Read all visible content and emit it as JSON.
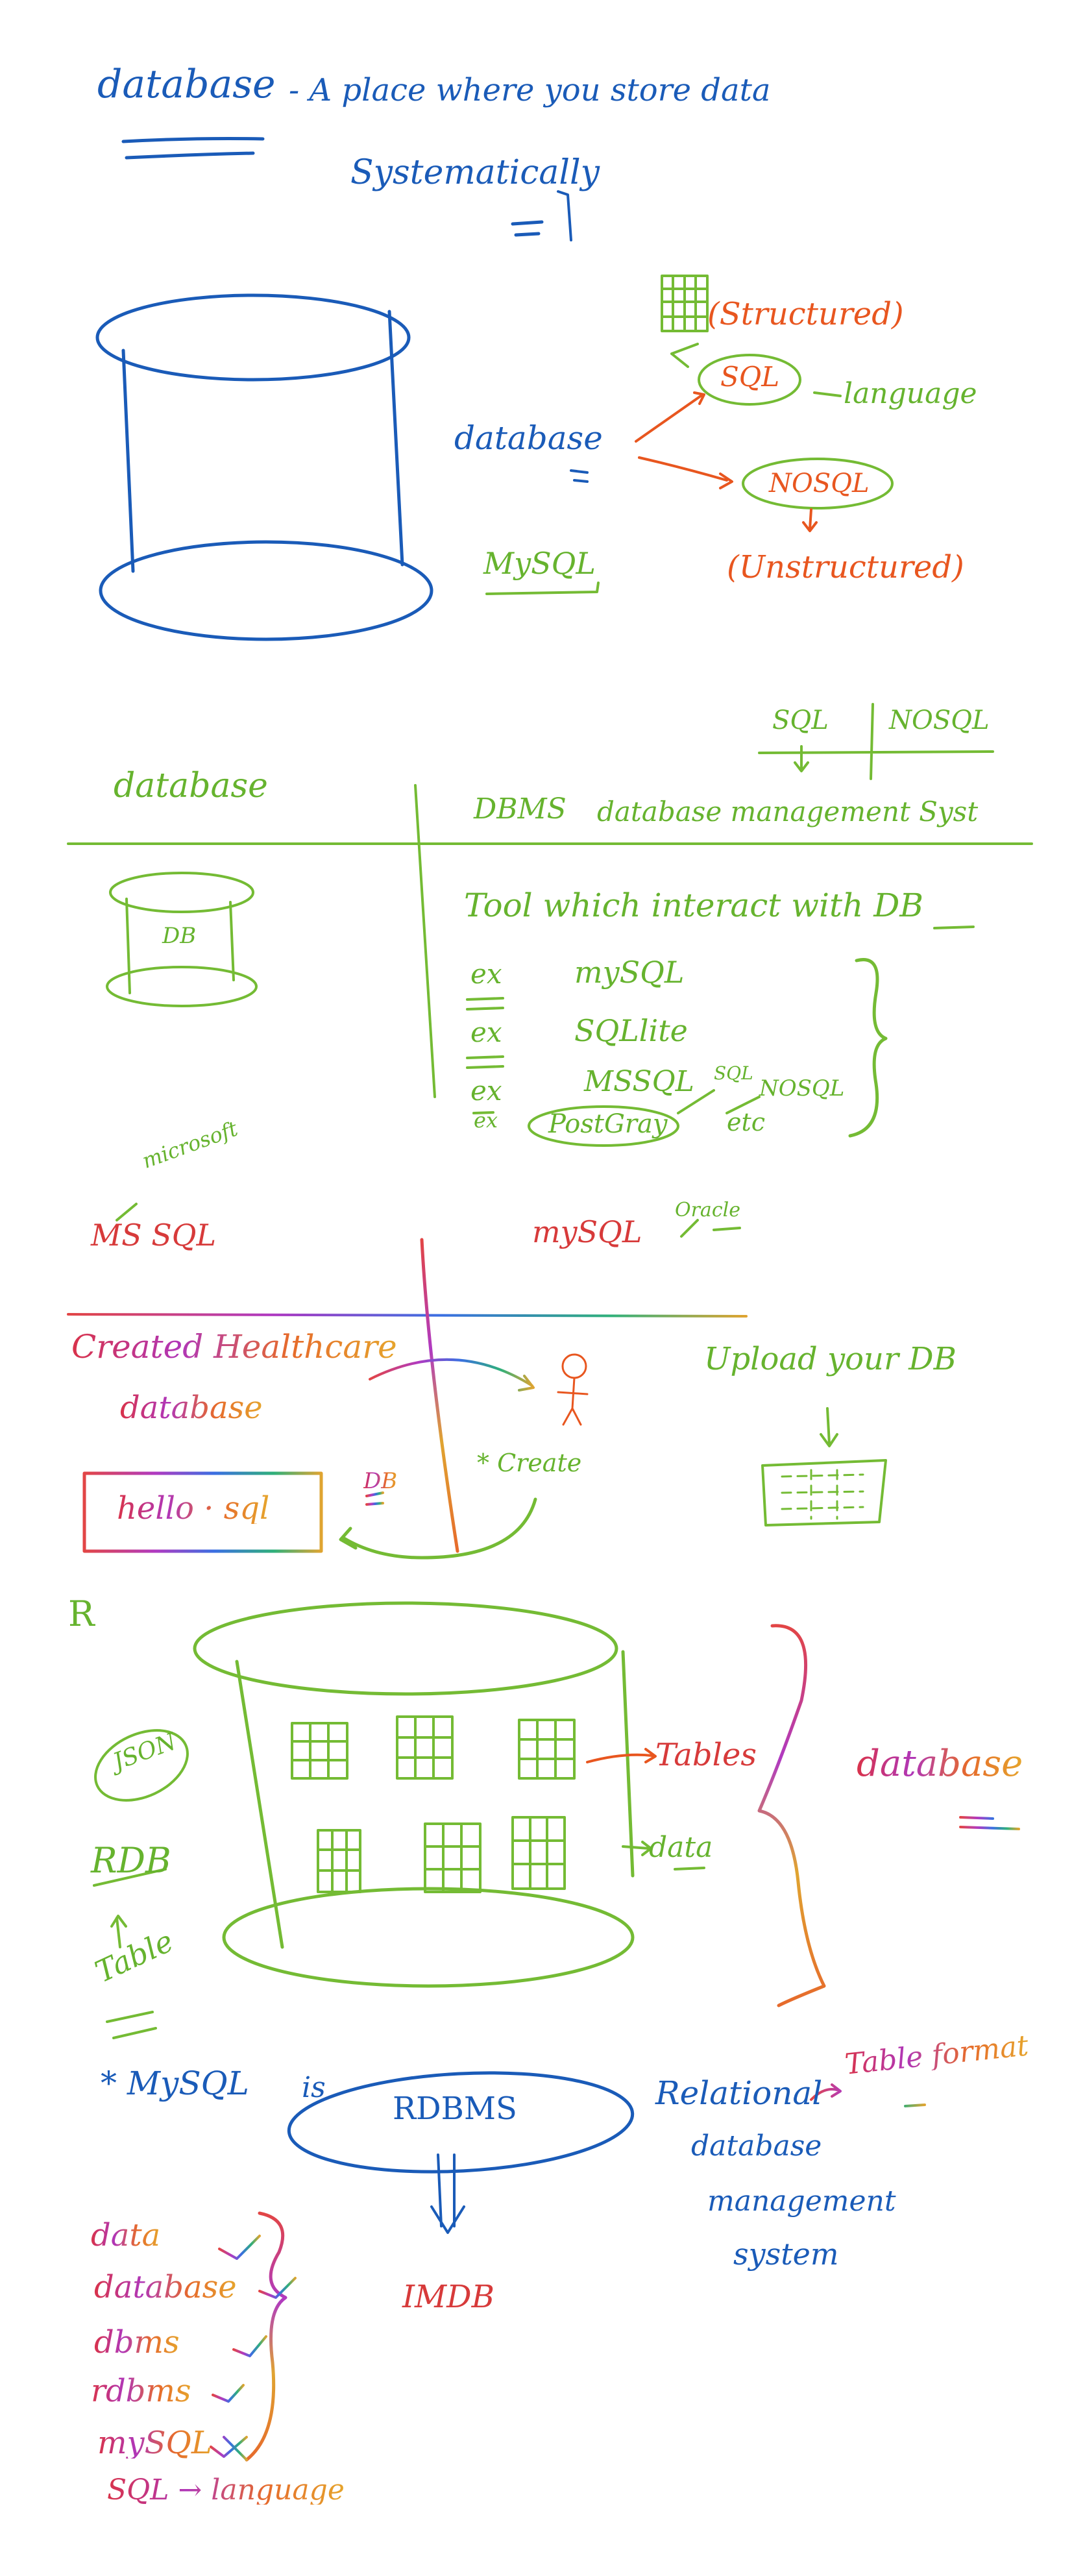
{
  "section1": {
    "title": "database",
    "definition": "- A place where you store data",
    "definition2": "Systematically"
  },
  "section2": {
    "structured": "(Structured)",
    "sql": "SQL",
    "language": "language",
    "database": "database",
    "nosql": "NOSQL",
    "unstructured": "(Unstructured)",
    "mysql": "MySQL"
  },
  "section3": {
    "sql_head": "SQL",
    "nosql_head": "NOSQL",
    "database": "database",
    "dbms": "DBMS",
    "dbms_def": "database management Syst",
    "db_label": "DB",
    "tool": "Tool which interact with DB",
    "examples": [
      {
        "prefix": "ex",
        "name": "mySQL"
      },
      {
        "prefix": "ex",
        "name": "SQLlite"
      },
      {
        "prefix": "ex",
        "name": "MSSQL"
      },
      {
        "prefix": "ex",
        "name": "PostGray"
      }
    ],
    "small_sql": "SQL",
    "small_nosql": "NOSQL",
    "etc": "etc"
  },
  "section4": {
    "microsoft": "microsoft",
    "mssql": "MS SQL",
    "mysql": "mySQL",
    "oracle": "Oracle",
    "created": "Created Healthcare",
    "database": "database",
    "hello": "hello · sql",
    "db": "DB",
    "create": "* Create",
    "upload": "Upload your DB"
  },
  "section5": {
    "r": "R",
    "json": "JSON",
    "rdb": "RDB",
    "table": "Table",
    "tables": "Tables",
    "data": "data",
    "database": "database"
  },
  "section6": {
    "star_mysql": "* MySQL",
    "is": "is",
    "rdbms": "RDBMS",
    "imdb": "IMDB",
    "relational": "Relational",
    "table_format": "Table format",
    "database": "database",
    "management": "management",
    "system": "system"
  },
  "checklist": {
    "items": [
      "data",
      "database",
      "dbms",
      "rdbms",
      "mySQL",
      "SQL → language"
    ]
  }
}
